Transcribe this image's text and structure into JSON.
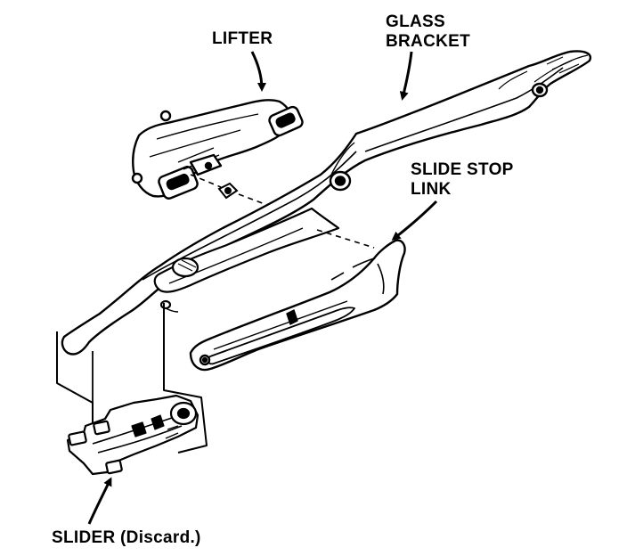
{
  "labels": {
    "lifter": "LIFTER",
    "glass_bracket": [
      "GLASS",
      "BRACKET"
    ],
    "slide_stop_link": [
      "SLIDE STOP",
      "LINK"
    ],
    "slider": "SLIDER (Discard.)"
  },
  "colors": {
    "ink": "#000000",
    "paper": "#ffffff"
  }
}
